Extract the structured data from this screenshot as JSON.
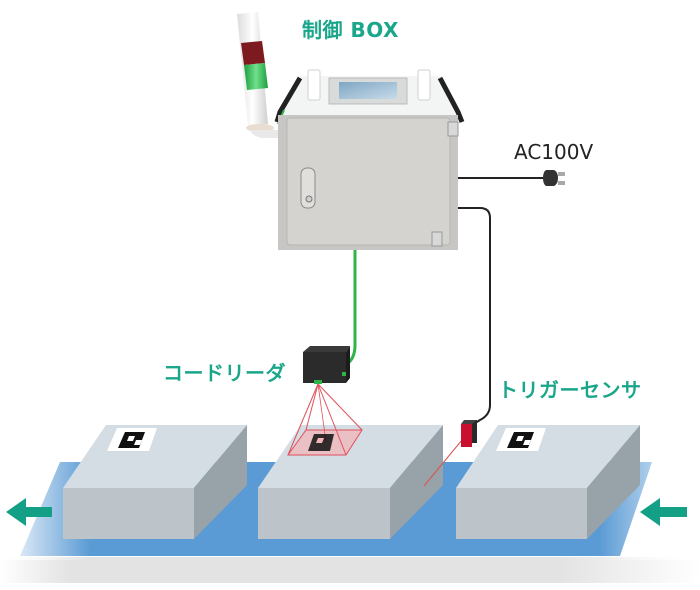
{
  "diagram": {
    "title": "Code reader traceability system",
    "labels": {
      "control_box": "制御 BOX",
      "power": "AC100V",
      "code_reader": "コードリーダ",
      "trigger_sensor": "トリガーセンサ"
    },
    "components": [
      {
        "id": "signal-tower",
        "icon": "signal-tower-icon",
        "lights": [
          "red",
          "green"
        ]
      },
      {
        "id": "control-box",
        "icon": "control-box-icon",
        "has_touch_panel": true
      },
      {
        "id": "power-plug",
        "icon": "power-plug-icon"
      },
      {
        "id": "code-reader",
        "icon": "code-reader-icon"
      },
      {
        "id": "trigger-sensor",
        "icon": "trigger-sensor-icon"
      }
    ],
    "connections": [
      {
        "from": "control-box",
        "to": "power-plug",
        "cable_color": "#222222"
      },
      {
        "from": "control-box",
        "to": "code-reader",
        "cable_color": "#2fb34a"
      },
      {
        "from": "control-box",
        "to": "trigger-sensor",
        "cable_color": "#222222"
      }
    ],
    "conveyor": {
      "direction": "right-to-left",
      "boxes": 3,
      "arrows": [
        "left-arrow-icon",
        "left-arrow-icon"
      ]
    },
    "colors": {
      "label_accent": "#1aa68a",
      "conveyor_belt": "#5b9bd5",
      "box_top": "#d3dde3",
      "box_front": "#bcc4ca",
      "box_side": "#97a2a9",
      "scan_cone": "#e0505a",
      "sensor": "#c8102e"
    }
  }
}
